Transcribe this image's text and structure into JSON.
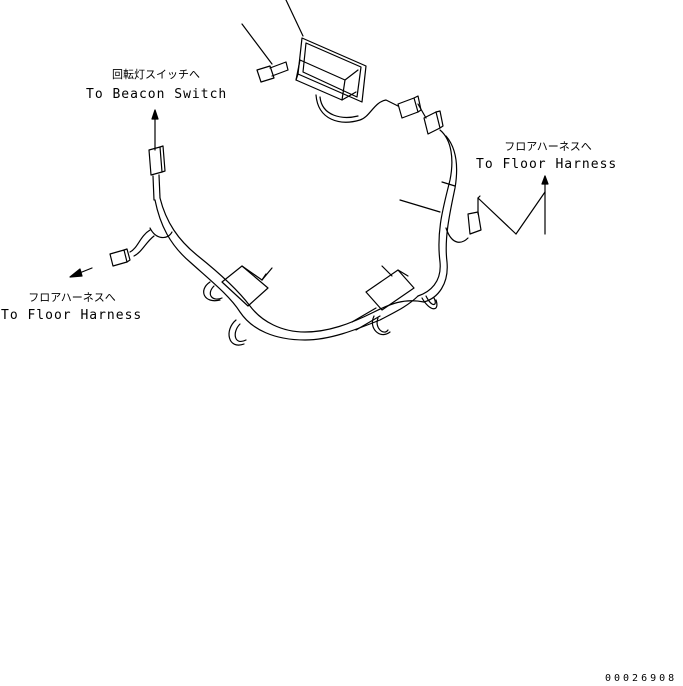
{
  "labels": {
    "beacon_jp": "回転灯スイッチへ",
    "beacon_en": "To Beacon Switch",
    "floor_right_jp": "フロアハーネスへ",
    "floor_right_en": "To Floor Harness",
    "floor_left_jp": "フロアハーネスへ",
    "floor_left_en": "To Floor Harness"
  },
  "drawing_number": "00026908",
  "colors": {
    "line": "#000000",
    "background": "#ffffff"
  }
}
